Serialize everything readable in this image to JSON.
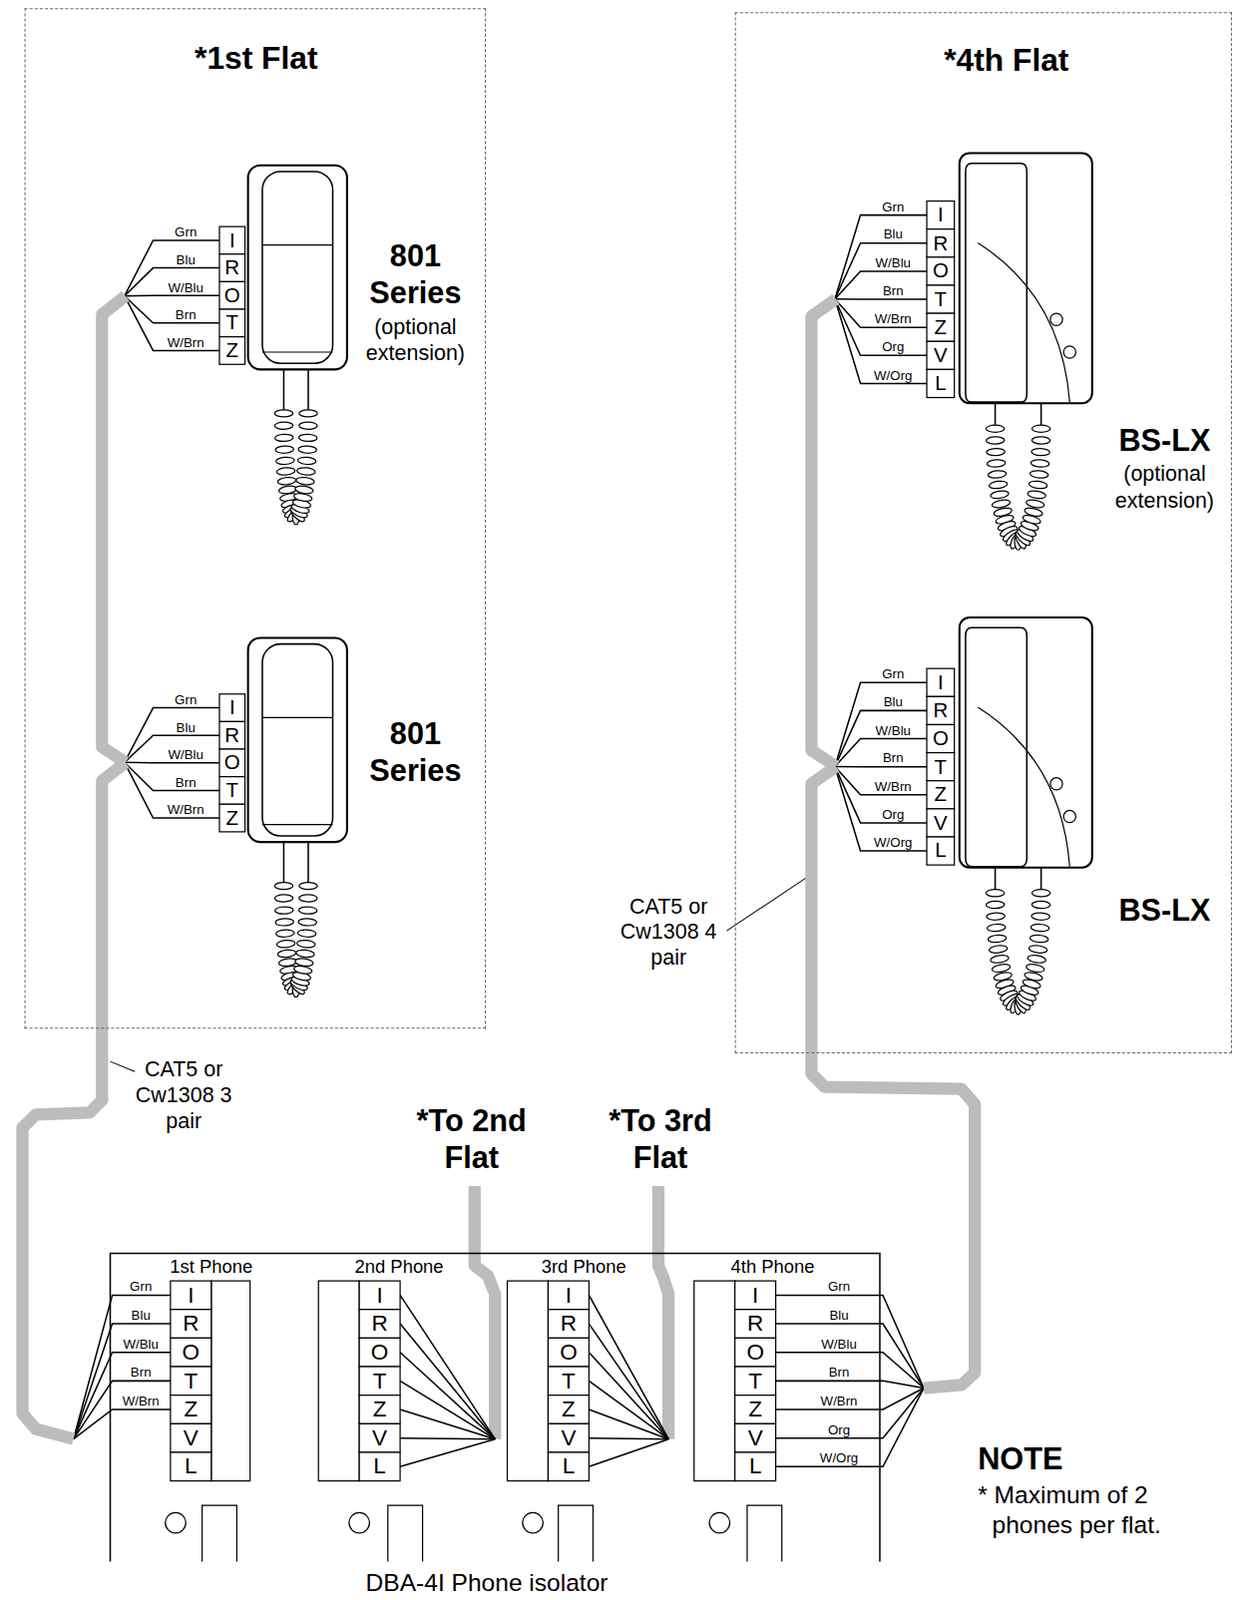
{
  "diagram": {
    "nodes": [
      {
        "text": [
          "*1st Flat"
        ]
      },
      {
        "text": [
          "801 Series",
          "(optional extension)"
        ],
        "in": 0
      },
      {
        "text": [
          "801 Series"
        ],
        "in": 0
      },
      {
        "text": [
          "*4th Flat"
        ]
      },
      {
        "text": [
          "BS-LX",
          "(optional extension)"
        ],
        "in": 3
      },
      {
        "text": [
          "BS-LX"
        ],
        "in": 3
      },
      {
        "text": [
          "DBA-4I Phone isolator"
        ]
      },
      {
        "text": [
          "1st Phone"
        ],
        "in": 6
      },
      {
        "text": [
          "2nd Phone"
        ],
        "in": 6
      },
      {
        "text": [
          "3rd Phone"
        ],
        "in": 6
      },
      {
        "text": [
          "4th Phone"
        ],
        "in": 6
      }
    ],
    "edges": [
      {
        "from": 7,
        "to": 2,
        "arrow": "none",
        "label": "CAT5 or Cw1308 3 pair"
      },
      {
        "from": 2,
        "to": 1,
        "arrow": "none"
      },
      {
        "from": 10,
        "to": 5,
        "arrow": "none",
        "label": "CAT5 or Cw1308 4 pair"
      },
      {
        "from": 5,
        "to": 4,
        "arrow": "none"
      }
    ],
    "labels": [
      "*To 2nd Flat",
      "*To 3rd Flat",
      "NOTE",
      "* Maximum of 2 phones per flat.",
      "I",
      "R",
      "O",
      "T",
      "Z",
      "Grn",
      "Blu",
      "W/Blu",
      "Brn",
      "W/Brn",
      "I",
      "R",
      "O",
      "T",
      "Z",
      "Grn",
      "Blu",
      "W/Blu",
      "Brn",
      "W/Brn",
      "I",
      "R",
      "O",
      "T",
      "Z",
      "V",
      "L",
      "Grn",
      "Blu",
      "W/Blu",
      "Brn",
      "W/Brn",
      "Org",
      "W/Org",
      "I",
      "R",
      "O",
      "T",
      "Z",
      "V",
      "L",
      "Grn",
      "Blu",
      "W/Blu",
      "Brn",
      "W/Brn",
      "Org",
      "W/Org",
      "I",
      "R",
      "O",
      "T",
      "Z",
      "V",
      "L",
      "Grn",
      "Blu",
      "W/Blu",
      "Brn",
      "W/Brn",
      "I",
      "R",
      "O",
      "T",
      "Z",
      "V",
      "L",
      "I",
      "R",
      "O",
      "T",
      "Z",
      "V",
      "L",
      "I",
      "R",
      "O",
      "T",
      "Z",
      "V",
      "L",
      "Grn",
      "Blu",
      "W/Blu",
      "Brn",
      "W/Brn",
      "Org",
      "W/Org"
    ]
  }
}
